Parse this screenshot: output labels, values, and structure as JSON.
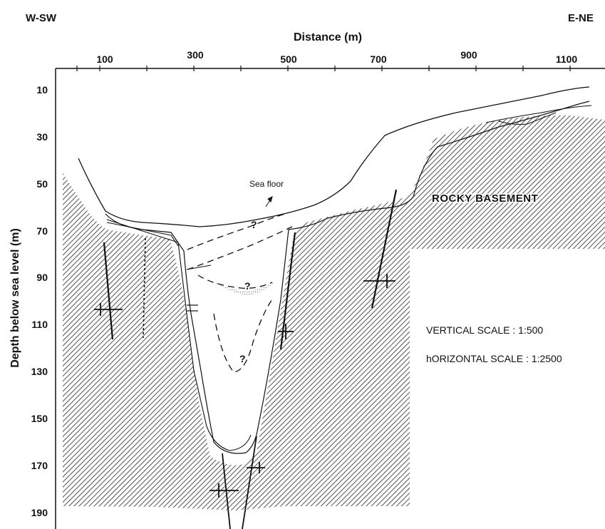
{
  "figure": {
    "corner_left": "W-SW",
    "corner_right": "E-NE",
    "x_title": "Distance (m)",
    "y_title": "Depth below sea level (m)",
    "x_ticks": [
      "100",
      "300",
      "500",
      "700",
      "900",
      "1100"
    ],
    "y_ticks": [
      "10",
      "30",
      "50",
      "70",
      "90",
      "110",
      "130",
      "150",
      "170",
      "190"
    ],
    "sea_floor_label": "Sea floor",
    "basement_label": "ROCKY BASEMENT",
    "vertical_scale": "VERTICAL SCALE : 1:500",
    "horizontal_scale": "hORIZONTAL SCALE : 1:2500",
    "question_marks": [
      "?",
      "?",
      "?"
    ]
  },
  "colors": {
    "ink": "#111111",
    "hatch": "#333333",
    "infill_stipple": "#bbbbbb"
  }
}
